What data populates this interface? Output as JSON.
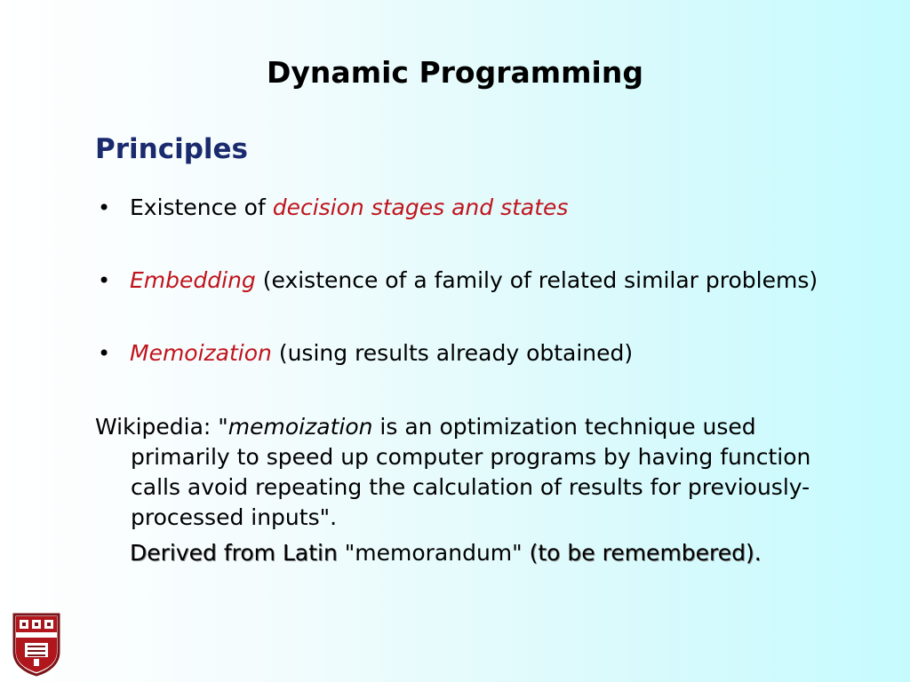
{
  "slide": {
    "title": "Dynamic Programming",
    "subtitle": "Principles",
    "bullets": [
      {
        "highlight": "",
        "before": "Existence of ",
        "red": "decision stages and states",
        "after": ""
      },
      {
        "before": "",
        "red": "Embedding",
        "after": " (existence of a family of related similar problems)"
      },
      {
        "before": "",
        "red": "Memoization",
        "after": " (using results already obtained)"
      }
    ],
    "quote": {
      "prefix": "Wikipedia: \"",
      "term": "memoization",
      "line1_rest": " is an optimization technique used",
      "line2": "primarily to speed up computer programs by having function",
      "line3": "calls avoid repeating the calculation of results for previously-",
      "line4": "processed inputs\"."
    },
    "derived": {
      "part1": "Derived from Latin ",
      "part2": "\"memorandum\"",
      "part3": " (to be remembered)."
    },
    "bullet_symbol": "•",
    "colors": {
      "title": "#000000",
      "subtitle": "#1a2a6e",
      "emphasis": "#c0141c"
    },
    "logo": {
      "icon": "university-crest-icon"
    }
  }
}
